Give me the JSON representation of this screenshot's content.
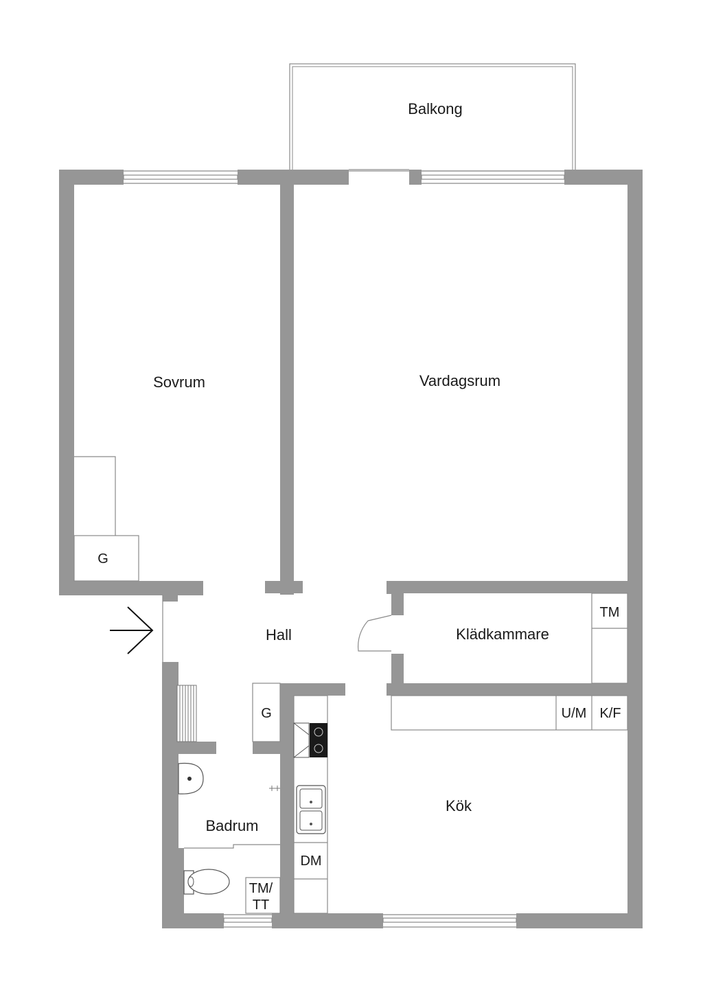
{
  "rooms": {
    "balkong": "Balkong",
    "sovrum": "Sovrum",
    "vardagsrum": "Vardagsrum",
    "hall": "Hall",
    "kladkammare": "Klädkammare",
    "badrum": "Badrum",
    "kok": "Kök"
  },
  "fixtures": {
    "g_sovrum": "G",
    "g_hall": "G",
    "tm_klad": "TM",
    "um": "U/M",
    "kf": "K/F",
    "dm": "DM",
    "tm_tt_line1": "TM/",
    "tm_tt_line2": "TT"
  },
  "colors": {
    "wall": "#969696",
    "line": "#8a8a8a",
    "background": "#ffffff"
  },
  "icons": [
    "entrance-arrow-icon",
    "door-swing-icon",
    "sink-icon",
    "toilet-icon",
    "stove-icon",
    "double-sink-icon",
    "radiator-icon"
  ]
}
